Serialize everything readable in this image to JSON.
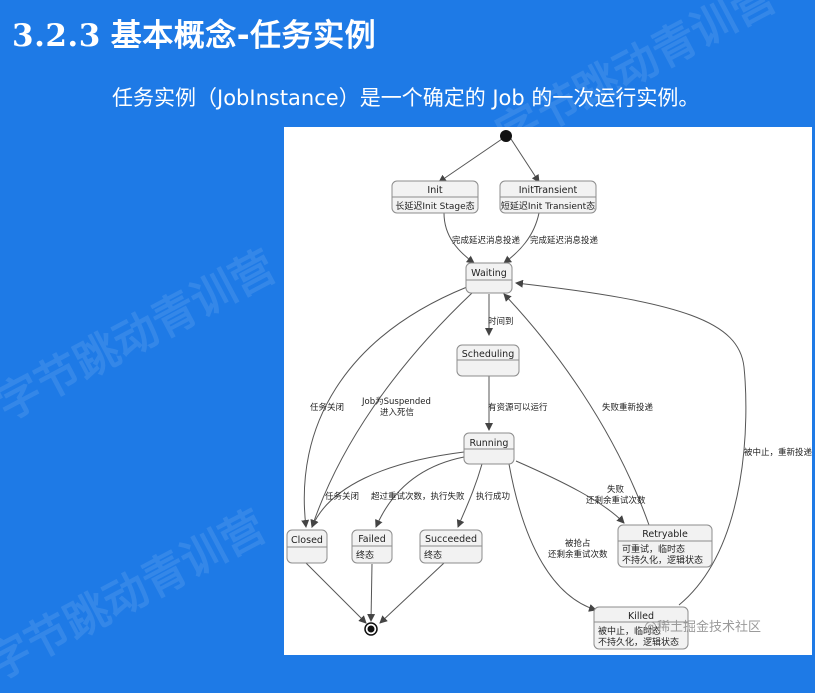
{
  "slide": {
    "section_number": "3.2.3",
    "title": "基本概念-任务实例",
    "subtitle": "任务实例（JobInstance）是一个确定的 Job 的一次运行实例。",
    "watermark": "字节跳动青训营"
  },
  "diagram": {
    "states": {
      "init": {
        "name": "Init",
        "desc": "长延迟Init Stage态"
      },
      "init_transient": {
        "name": "InitTransient",
        "desc": "短延迟Init Transient态"
      },
      "waiting": {
        "name": "Waiting",
        "desc": ""
      },
      "scheduling": {
        "name": "Scheduling",
        "desc": ""
      },
      "running": {
        "name": "Running",
        "desc": ""
      },
      "closed": {
        "name": "Closed",
        "desc": ""
      },
      "failed": {
        "name": "Failed",
        "desc": "终态"
      },
      "succeeded": {
        "name": "Succeeded",
        "desc": "终态"
      },
      "retryable": {
        "name": "Retryable",
        "desc1": "可重试，临时态",
        "desc2": "不持久化，逻辑状态"
      },
      "killed": {
        "name": "Killed",
        "desc1": "被中止，临时态",
        "desc2": "不持久化，逻辑状态"
      }
    },
    "transitions": {
      "init_waiting": "完成延迟消息投递",
      "transient_waiting": "完成延迟消息投递",
      "waiting_scheduling": "时间到",
      "waiting_closed": "任务关闭",
      "suspended_1": "Job为Suspended",
      "suspended_2": "进入死信",
      "scheduling_running": "有资源可以运行",
      "retry_waiting": "失败重新投递",
      "killed_waiting": "被中止，重新投递",
      "running_closed": "任务关闭",
      "running_failed": "超过重试次数，执行失败",
      "running_succeeded": "执行成功",
      "running_retry_1": "失败",
      "running_retry_2": "还剩余重试次数",
      "running_killed_1": "被抢占",
      "running_killed_2": "还剩余重试次数"
    },
    "footer_watermark": "@稀土掘金技术社区"
  },
  "colors": {
    "background": "#1e7ae6",
    "state_fill": "#f2f2f2",
    "state_stroke": "#8c8c8c"
  }
}
